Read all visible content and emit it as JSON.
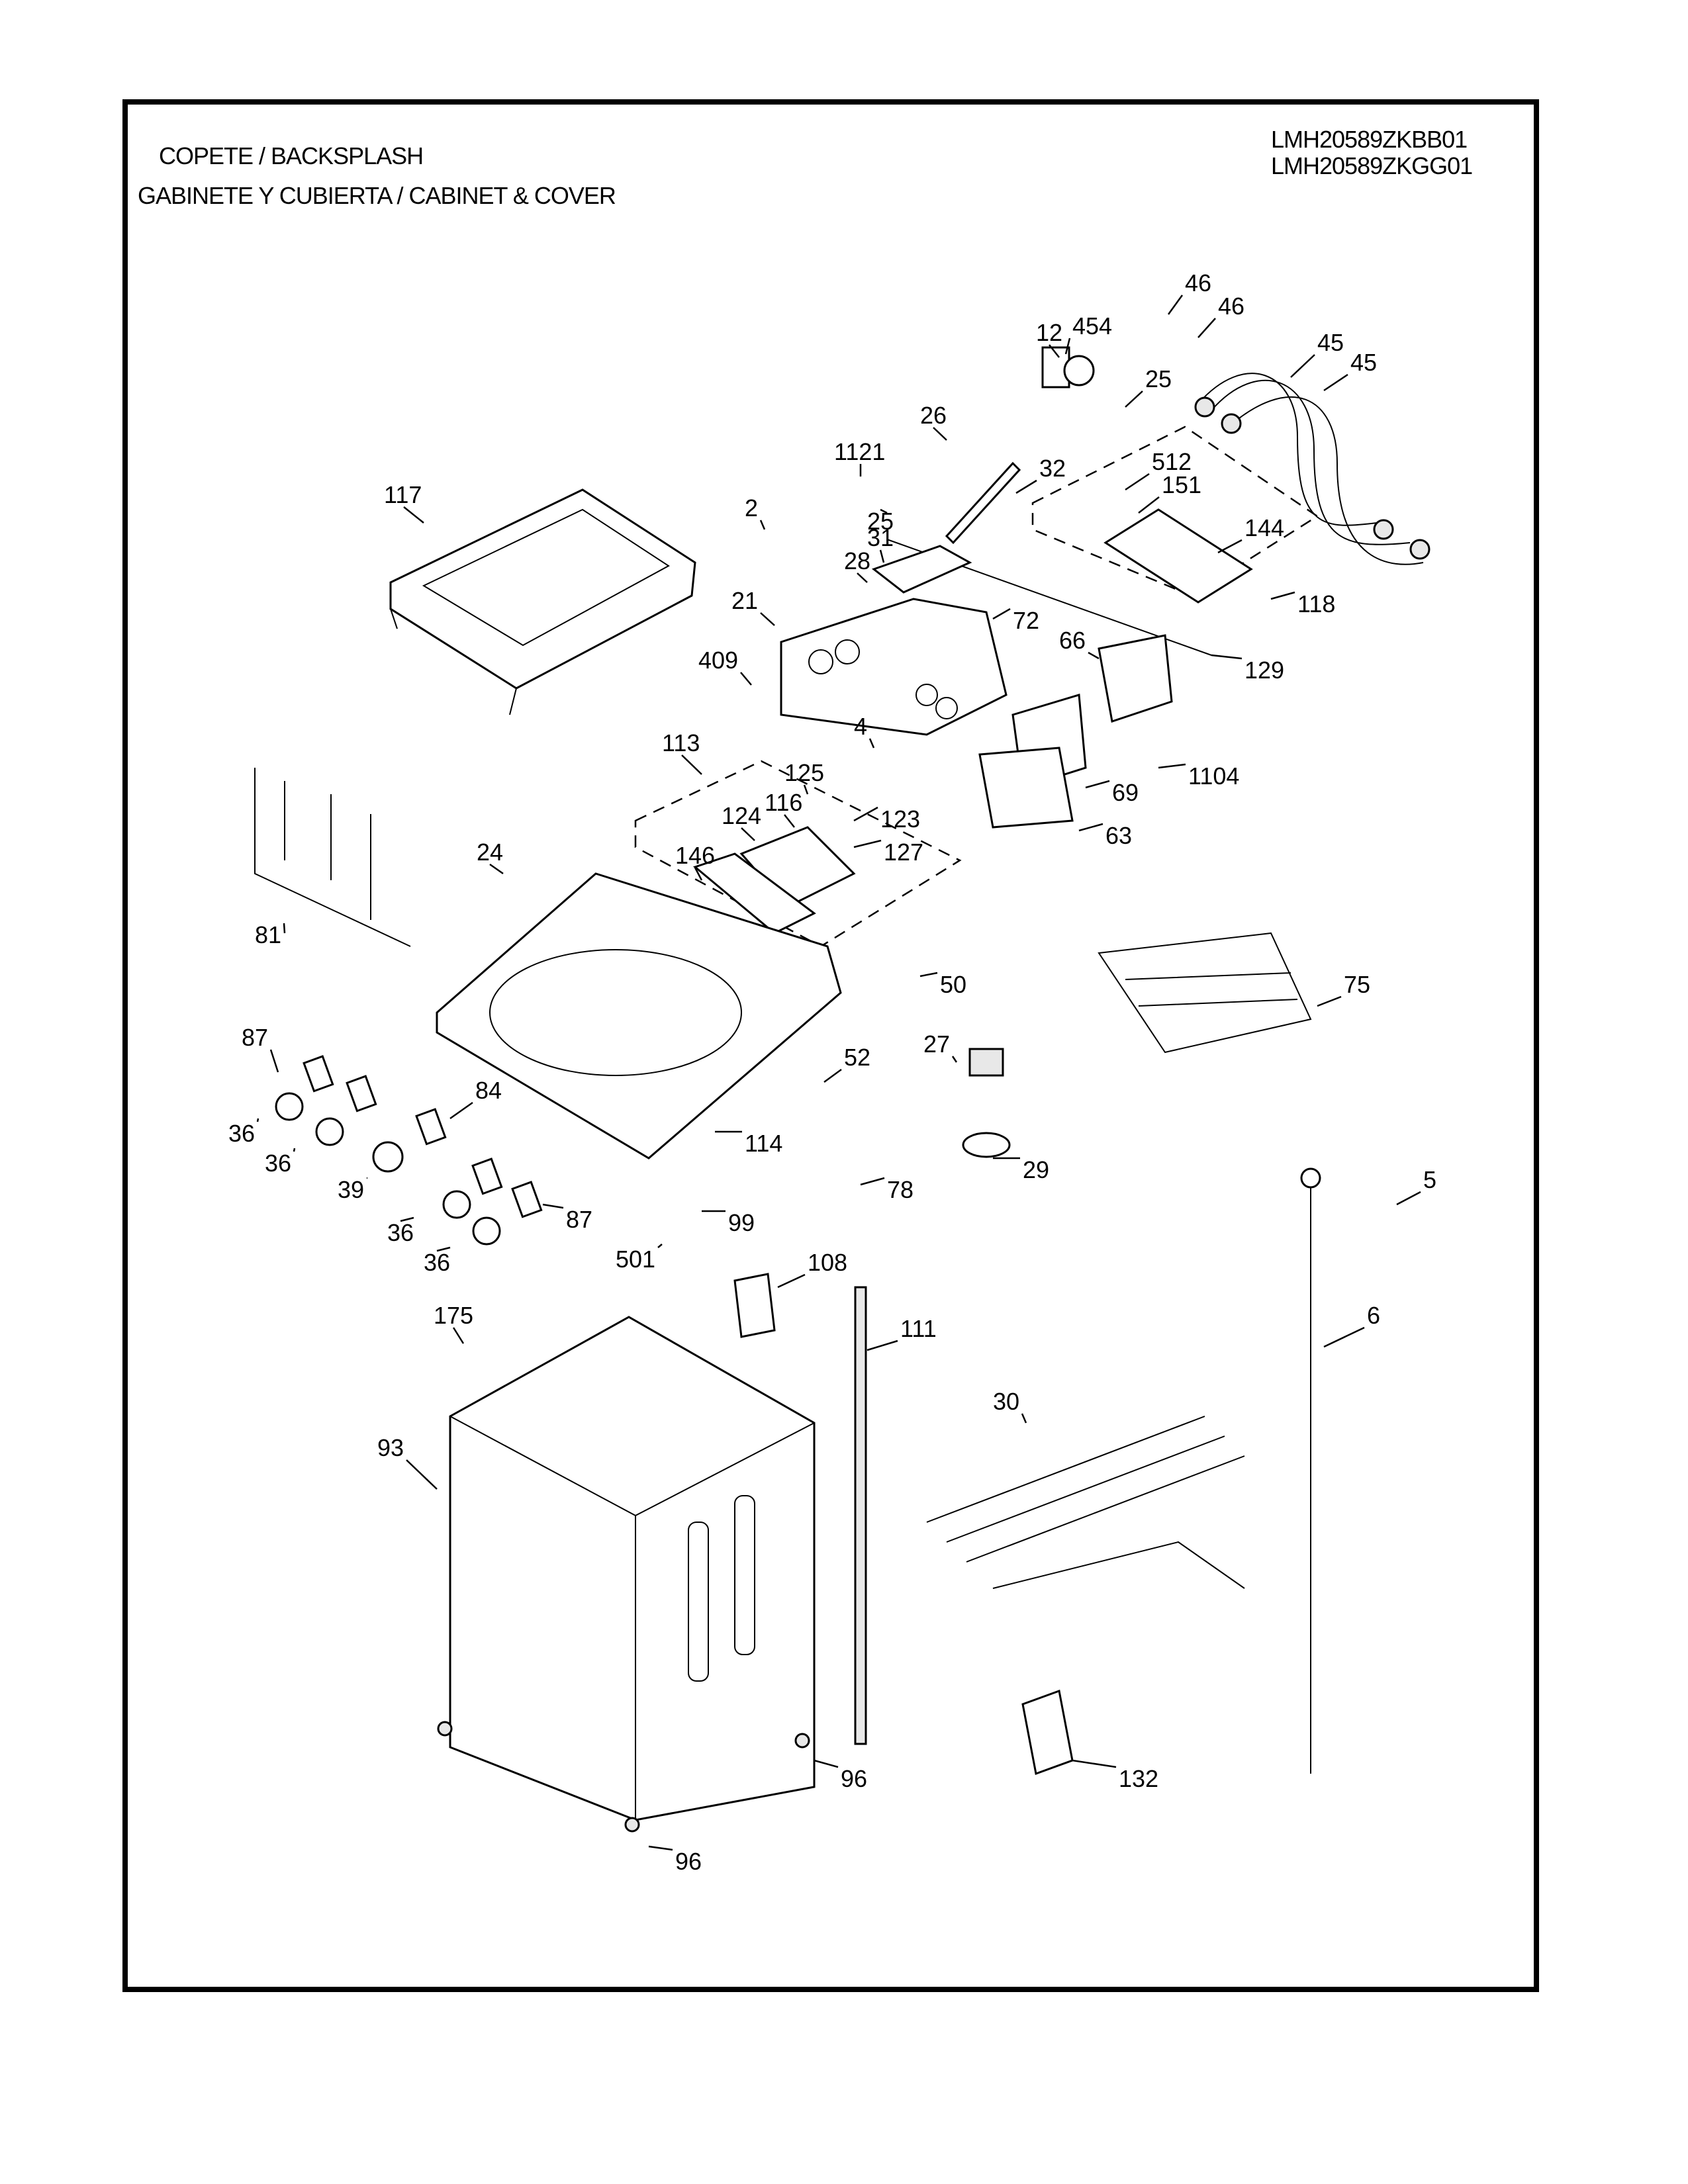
{
  "header": {
    "title_line1": "COPETE / BACKSPLASH",
    "title_line2": "GABINETE Y CUBIERTA / CABINET & COVER",
    "model_1": "LMH20589ZKBB01",
    "model_2": "LMH20589ZKGG01"
  },
  "callouts": [
    {
      "id": "46a",
      "label": "46"
    },
    {
      "id": "46b",
      "label": "46"
    },
    {
      "id": "12",
      "label": "12"
    },
    {
      "id": "454",
      "label": "454"
    },
    {
      "id": "45a",
      "label": "45"
    },
    {
      "id": "45b",
      "label": "45"
    },
    {
      "id": "25a",
      "label": "25"
    },
    {
      "id": "26",
      "label": "26"
    },
    {
      "id": "1121",
      "label": "1121"
    },
    {
      "id": "32",
      "label": "32"
    },
    {
      "id": "512",
      "label": "512"
    },
    {
      "id": "151",
      "label": "151"
    },
    {
      "id": "117",
      "label": "117"
    },
    {
      "id": "2",
      "label": "2"
    },
    {
      "id": "25b",
      "label": "25"
    },
    {
      "id": "31",
      "label": "31"
    },
    {
      "id": "144",
      "label": "144"
    },
    {
      "id": "28",
      "label": "28"
    },
    {
      "id": "118",
      "label": "118"
    },
    {
      "id": "21",
      "label": "21"
    },
    {
      "id": "72",
      "label": "72"
    },
    {
      "id": "66",
      "label": "66"
    },
    {
      "id": "129",
      "label": "129"
    },
    {
      "id": "409",
      "label": "409"
    },
    {
      "id": "4",
      "label": "4"
    },
    {
      "id": "113",
      "label": "113"
    },
    {
      "id": "1104",
      "label": "1104"
    },
    {
      "id": "125",
      "label": "125"
    },
    {
      "id": "69",
      "label": "69"
    },
    {
      "id": "116",
      "label": "116"
    },
    {
      "id": "123",
      "label": "123"
    },
    {
      "id": "124",
      "label": "124"
    },
    {
      "id": "63",
      "label": "63"
    },
    {
      "id": "127",
      "label": "127"
    },
    {
      "id": "24",
      "label": "24"
    },
    {
      "id": "146",
      "label": "146"
    },
    {
      "id": "81",
      "label": "81"
    },
    {
      "id": "50",
      "label": "50"
    },
    {
      "id": "75",
      "label": "75"
    },
    {
      "id": "87a",
      "label": "87"
    },
    {
      "id": "27",
      "label": "27"
    },
    {
      "id": "52",
      "label": "52"
    },
    {
      "id": "84",
      "label": "84"
    },
    {
      "id": "36a",
      "label": "36"
    },
    {
      "id": "114",
      "label": "114"
    },
    {
      "id": "36b",
      "label": "36"
    },
    {
      "id": "39",
      "label": "39"
    },
    {
      "id": "29",
      "label": "29"
    },
    {
      "id": "78",
      "label": "78"
    },
    {
      "id": "5",
      "label": "5"
    },
    {
      "id": "87b",
      "label": "87"
    },
    {
      "id": "99",
      "label": "99"
    },
    {
      "id": "36c",
      "label": "36"
    },
    {
      "id": "36d",
      "label": "36"
    },
    {
      "id": "501",
      "label": "501"
    },
    {
      "id": "108",
      "label": "108"
    },
    {
      "id": "175",
      "label": "175"
    },
    {
      "id": "111",
      "label": "111"
    },
    {
      "id": "6",
      "label": "6"
    },
    {
      "id": "30",
      "label": "30"
    },
    {
      "id": "93",
      "label": "93"
    },
    {
      "id": "96a",
      "label": "96"
    },
    {
      "id": "132",
      "label": "132"
    },
    {
      "id": "96b",
      "label": "96"
    }
  ]
}
